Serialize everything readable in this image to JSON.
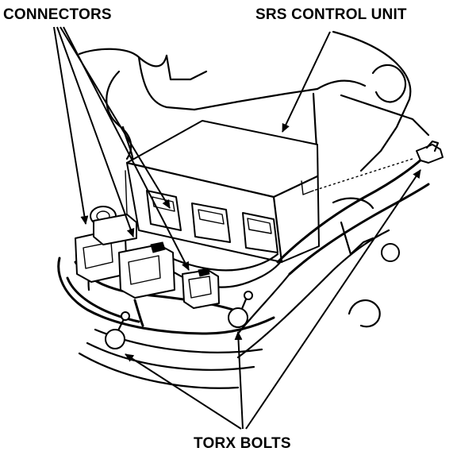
{
  "labels": {
    "connectors": "CONNECTORS",
    "srs_control_unit": "SRS CONTROL UNIT",
    "torx_bolts": "TORX BOLTS"
  },
  "colors": {
    "ink": "#000000",
    "paper": "#ffffff"
  }
}
